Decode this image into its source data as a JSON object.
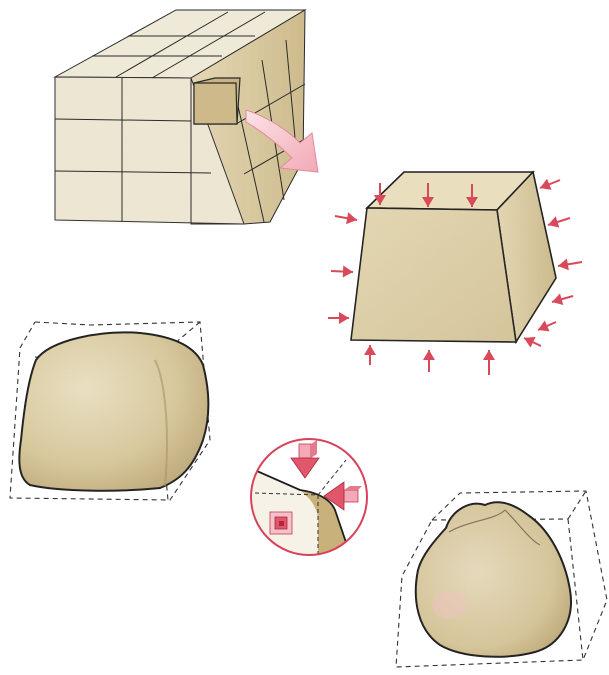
{
  "diagram": {
    "title": "",
    "labels": [],
    "stages": [
      {
        "id": "quarry-block-array",
        "label": ""
      },
      {
        "id": "pressure-cube",
        "label": ""
      },
      {
        "id": "rounded-block",
        "label": ""
      },
      {
        "id": "edge-detail",
        "label": ""
      },
      {
        "id": "spheroidal-boulder",
        "label": ""
      }
    ]
  },
  "colors": {
    "stone_light": "#efe8d4",
    "stone_mid": "#e0d2ac",
    "stone_shadow": "#cbb787",
    "stone_dark": "#a89466",
    "arrow_red": "#d8495a",
    "arrow_pink": "#f0a4b0",
    "outline": "#2a2a2a",
    "dashed": "#333333"
  },
  "icons": {
    "pressure_arrow": "inward-pressure-arrow-icon",
    "transition_arrow": "curved-transition-arrow-icon"
  }
}
